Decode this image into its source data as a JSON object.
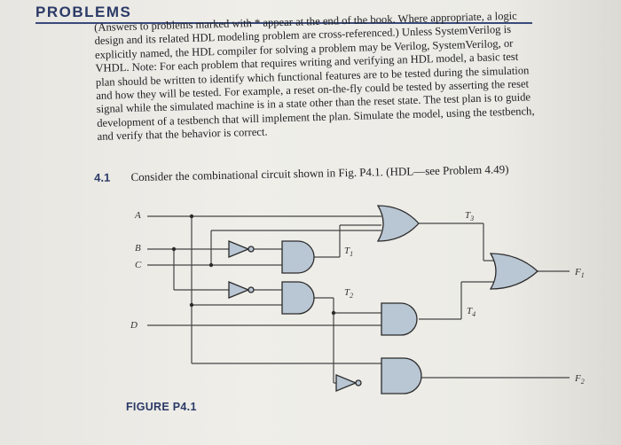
{
  "section_heading": "PROBLEMS",
  "intro_lines": [
    "(Answers to problems marked with * appear at the end of the book. Where appropriate, a logic",
    "design and its related HDL modeling problem are cross-referenced.) Unless SystemVerilog is",
    "explicitly named, the HDL compiler for solving a problem may be Verilog, SystemVerilog, or",
    "VHDL. Note: For each problem that requires writing and verifying an HDL model, a basic test",
    "plan should be written to identify which functional features are to be tested during the simulation",
    "and how they will be tested. For example, a reset on-the-fly could be tested by asserting the reset",
    "signal while the simulated machine is in a state other than the reset state. The test plan is to guide",
    "development of a testbench that will implement the plan. Simulate the model, using the testbench,",
    "and verify that the behavior is correct."
  ],
  "problem": {
    "number": "4.1",
    "text": "Consider the combinational circuit shown in Fig. P4.1. (HDL—see Problem 4.49)"
  },
  "figure": {
    "caption": "FIGURE P4.1",
    "inputs": [
      "A",
      "B",
      "C",
      "D"
    ],
    "intermediate": [
      "T1",
      "T2",
      "T3",
      "T4"
    ],
    "outputs": [
      "F1",
      "F2"
    ]
  }
}
